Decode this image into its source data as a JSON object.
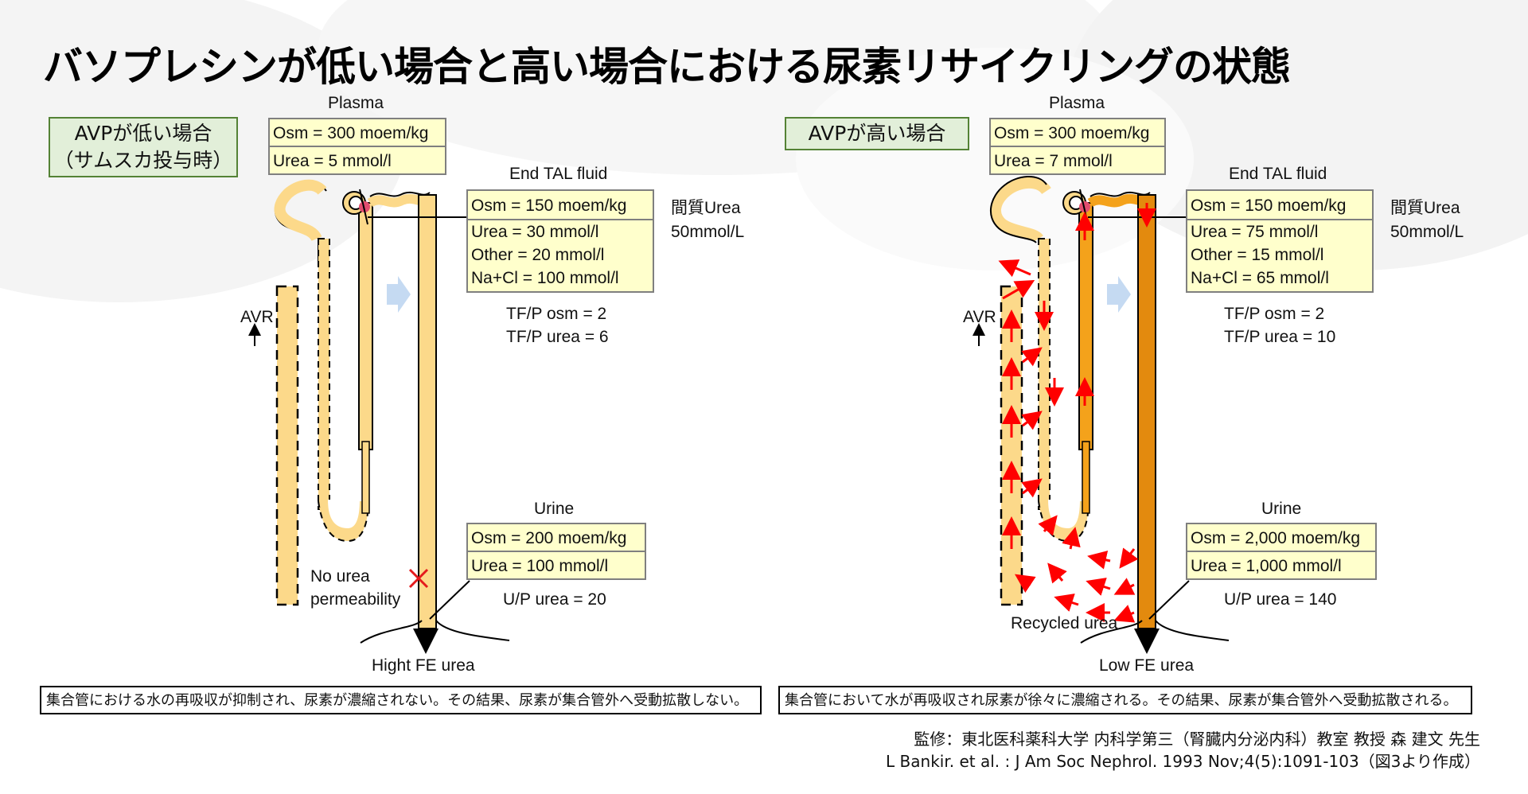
{
  "title": "バソプレシンが低い場合と高い場合における尿素リサイクリングの状態",
  "left_panel": {
    "tag_line1": "AVPが低い場合",
    "tag_line2": "（サムスカ投与時）",
    "plasma_label": "Plasma",
    "plasma_osm": "Osm = 300 moem/kg",
    "plasma_urea": "Urea =     5 mmol/l",
    "tal_label": "End TAL fluid",
    "tal_rows": [
      "Osm   = 150 moem/kg",
      "Urea    =    30 mmol/l",
      "Other =   20 mmol/l",
      "Na+Cl = 100 mmol/l"
    ],
    "interstitial_1": "間質Urea",
    "interstitial_2": "50mmol/L",
    "tfp_osm": "TF/P osm = 2",
    "tfp_urea": "TF/P urea = 6",
    "avr": "AVR",
    "urine_label": "Urine",
    "urine_osm": "Osm  = 200 moem/kg",
    "urine_urea": "Urea = 100 mmol/l",
    "up_urea": "U/P urea = 20",
    "no_urea_1": "No urea",
    "no_urea_2": "permeability",
    "fe_label": "Hight FE urea",
    "caption": "集合管における水の再吸収が抑制され、尿素が濃縮されない。その結果、尿素が集合管外へ受動拡散しない。"
  },
  "right_panel": {
    "tag_line1": "AVPが高い場合",
    "plasma_label": "Plasma",
    "plasma_osm": "Osm = 300 moem/kg",
    "plasma_urea": "Urea =     7 mmol/l",
    "tal_label": "End TAL fluid",
    "tal_rows": [
      "Osm   = 150 moem/kg",
      "Urea    =   75 mmol/l",
      "Other =   15 mmol/l",
      "Na+Cl =   65 mmol/l"
    ],
    "interstitial_1": "間質Urea",
    "interstitial_2": "50mmol/L",
    "tfp_osm": "TF/P osm =   2",
    "tfp_urea": "TF/P urea = 10",
    "avr": "AVR",
    "urine_label": "Urine",
    "urine_osm": "Osm = 2,000 moem/kg",
    "urine_urea": "Urea = 1,000 mmol/l",
    "up_urea": "U/P urea = 140",
    "recycled": "Recycled urea",
    "fe_label": "Low FE urea",
    "caption": "集合管において水が再吸収され尿素が徐々に濃縮される。その結果、尿素が集合管外へ受動拡散される。"
  },
  "credit_line1": "監修：東北医科薬科大学 内科学第三（腎臓内分泌内科）教室 教授 森 建文 先生",
  "credit_line2": "L Bankir. et al. : J Am Soc Nephrol. 1993 Nov;4(5):1091-103（図3より作成）",
  "colors": {
    "tubule_light": "#fcd98a",
    "tubule_dark": "#f4a21b",
    "collecting_dark": "#e38a0e",
    "arrow_red": "#ff0000",
    "tag_green": "#e2efd9"
  }
}
